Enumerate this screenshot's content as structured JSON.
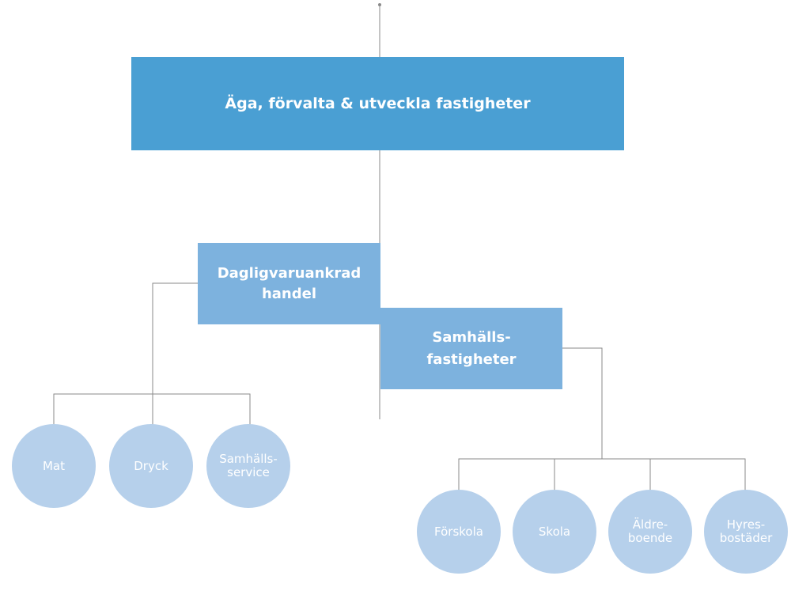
{
  "colors": {
    "primary": "#4a9fd3",
    "secondary": "#7db2de",
    "leaf": "#b6d0eb",
    "line": "#8a8a8a"
  },
  "root": {
    "label": "Äga, förvalta & utveckla fastigheter"
  },
  "branches": [
    {
      "id": "dagligvaruankrad",
      "lines": [
        "Dagligvaruankrad",
        "handel"
      ]
    },
    {
      "id": "samhallsfastigheter",
      "lines": [
        "Samhälls-",
        "fastigheter"
      ]
    }
  ],
  "leaves": {
    "dagligvaruankrad": [
      {
        "lines": [
          "Mat"
        ]
      },
      {
        "lines": [
          "Dryck"
        ]
      },
      {
        "lines": [
          "Samhälls-",
          "service"
        ]
      }
    ],
    "samhallsfastigheter": [
      {
        "lines": [
          "Förskola"
        ]
      },
      {
        "lines": [
          "Skola"
        ]
      },
      {
        "lines": [
          "Äldre-",
          "boende"
        ]
      },
      {
        "lines": [
          "Hyres-",
          "bostäder"
        ]
      }
    ]
  }
}
